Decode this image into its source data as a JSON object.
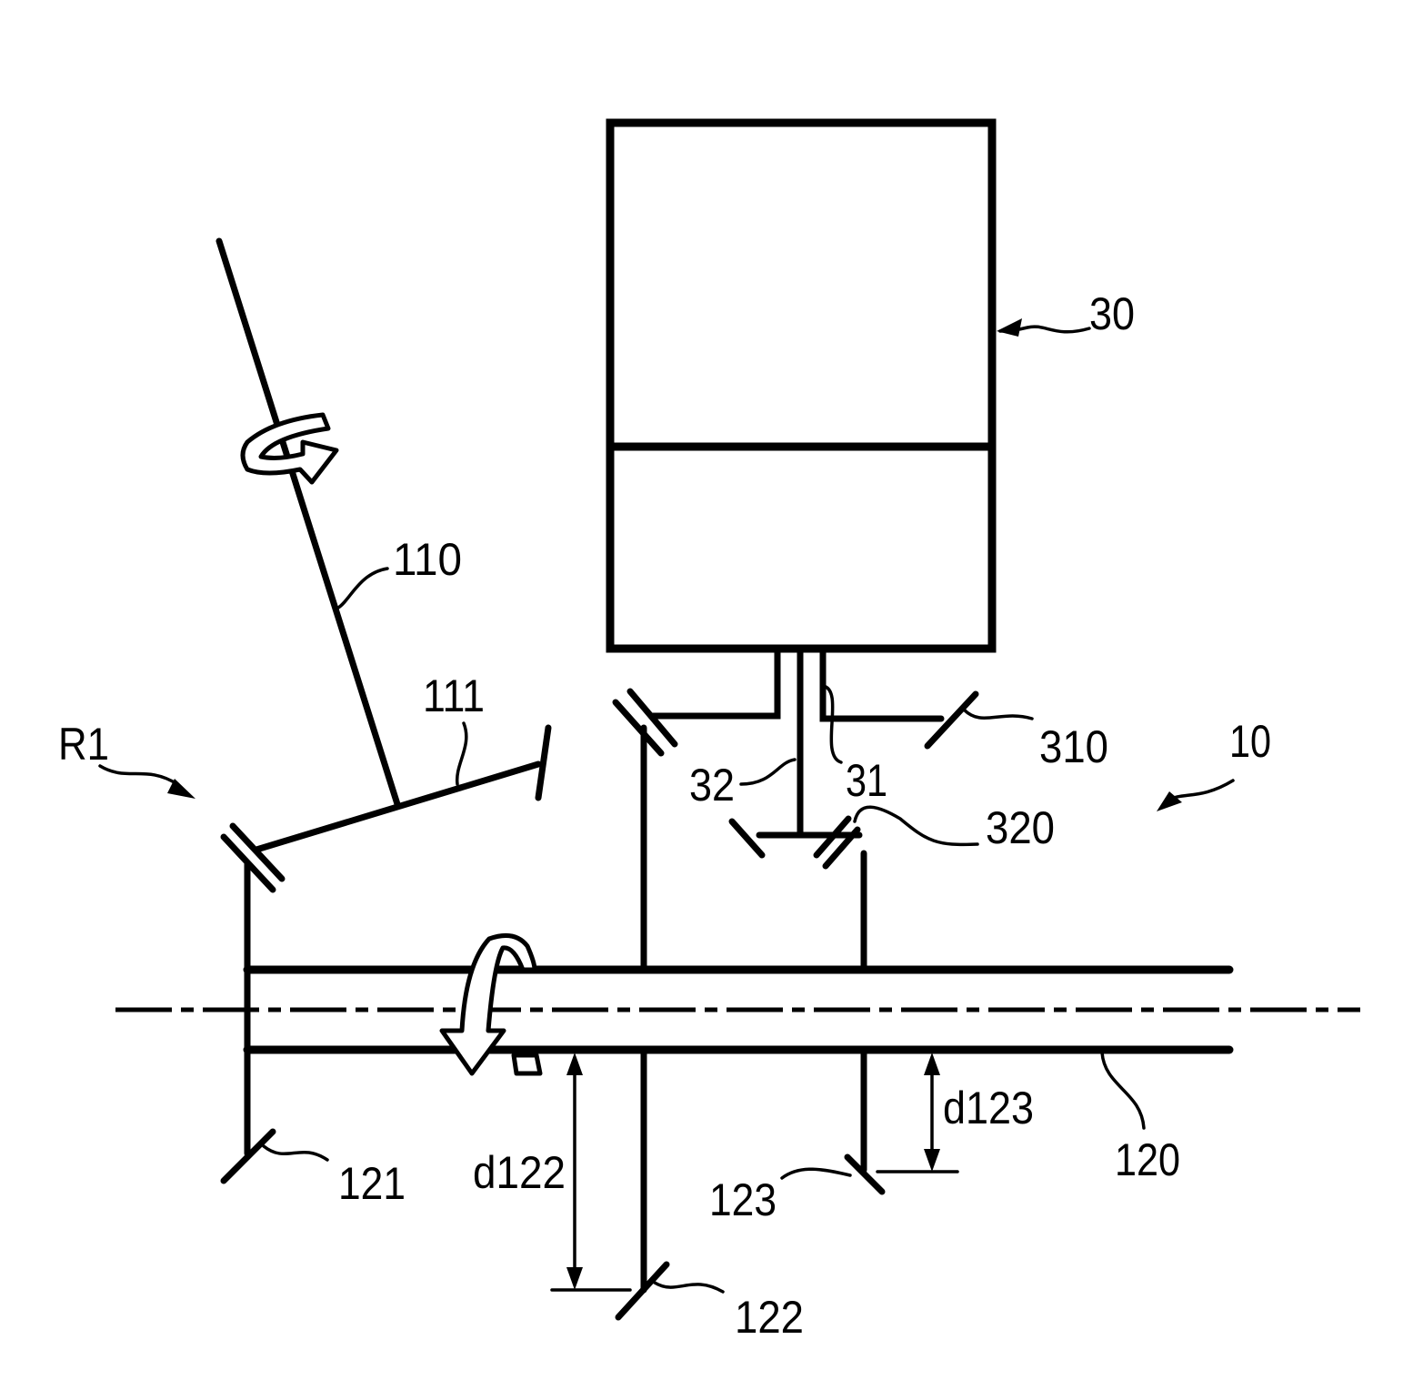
{
  "figure": {
    "type": "patent-drawing",
    "description": "Gear train schematic: tilted input shaft with bevel gear, main shaft with three bevel gears, motor unit with coaxial output shafts"
  },
  "labels": {
    "r1": "R1",
    "shaft_110": "110",
    "gear_111": "111",
    "motor_30": "30",
    "gear_310": "310",
    "shaft_31": "31",
    "shaft_32": "32",
    "gear_320": "320",
    "assembly_10": "10",
    "gear_121": "121",
    "dim_d122": "d122",
    "gear_122": "122",
    "gear_123": "123",
    "dim_d123": "d123",
    "shaft_120": "120"
  },
  "colors": {
    "line": "#000000",
    "background": "#ffffff"
  }
}
